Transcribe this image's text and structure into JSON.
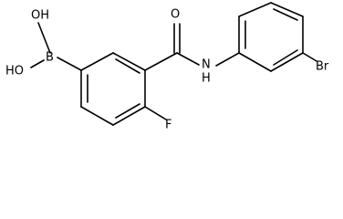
{
  "molecule": {
    "atoms": {
      "boron": "B",
      "hydroxyl_top": "OH",
      "hydroxyl_bottom": "HO",
      "carbonyl_oxygen": "O",
      "amide_nitrogen": "N",
      "amide_hydrogen": "H",
      "fluorine": "F",
      "bromine": "Br"
    }
  }
}
